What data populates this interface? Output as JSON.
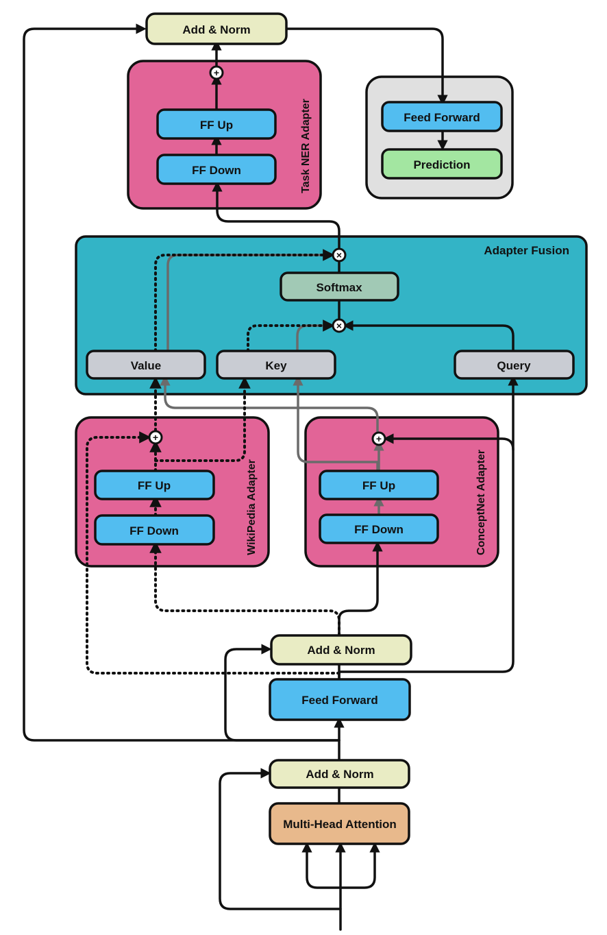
{
  "colors": {
    "add_norm": "#e9ecc4",
    "feed_forward": "#52bdf0",
    "adapter": "#e26497",
    "fusion": "#33b4c6",
    "fusion_node": "#c9ccd3",
    "softmax": "#a1c9b5",
    "prediction": "#a3e6a1",
    "attention": "#e8b98c",
    "head_panel": "#e0e0e0",
    "gray_line": "#6b6b6b"
  },
  "top_add_norm": "Add & Norm",
  "task_adapter": {
    "title": "Task NER Adapter",
    "ff_up": "FF Up",
    "ff_down": "FF Down"
  },
  "head": {
    "feed_forward": "Feed Forward",
    "prediction": "Prediction"
  },
  "fusion": {
    "title": "Adapter Fusion",
    "softmax": "Softmax",
    "value": "Value",
    "key": "Key",
    "query": "Query"
  },
  "wiki_adapter": {
    "title": "WikiPedia Adapter",
    "ff_up": "FF Up",
    "ff_down": "FF Down"
  },
  "concept_adapter": {
    "title": "ConceptNet Adapter",
    "ff_up": "FF Up",
    "ff_down": "FF Down"
  },
  "transformer": {
    "add_norm_2": "Add & Norm",
    "feed_forward": "Feed Forward",
    "add_norm_1": "Add & Norm",
    "attention": "Multi-Head Attention"
  },
  "operators": {
    "add": "+",
    "multiply": "×"
  }
}
